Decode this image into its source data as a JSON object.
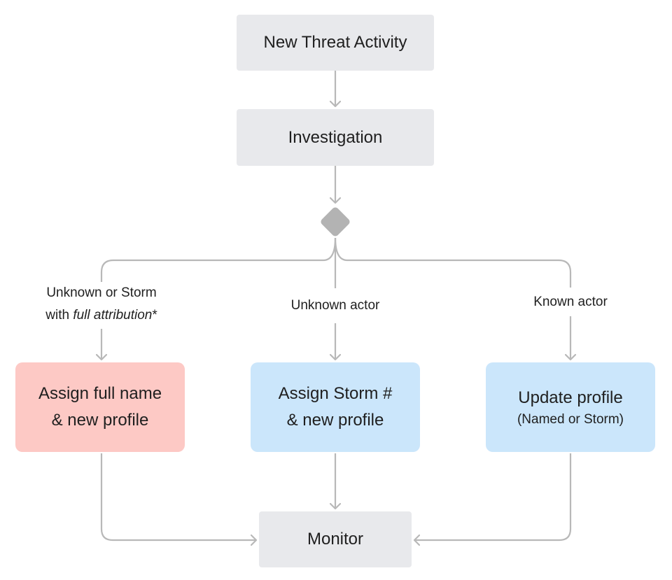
{
  "nodes": {
    "new_threat": {
      "label": "New Threat Activity"
    },
    "investigation": {
      "label": "Investigation"
    },
    "assign_full": {
      "line1": "Assign full name",
      "line2": "& new profile"
    },
    "assign_storm": {
      "line1": "Assign Storm #",
      "line2": "& new profile"
    },
    "update_profile": {
      "line1": "Update profile",
      "line2": "(Named or Storm)"
    },
    "monitor": {
      "label": "Monitor"
    }
  },
  "edge_labels": {
    "left_line1": "Unknown or Storm",
    "left_line2_prefix": "with ",
    "left_line2_emph": "full attribution",
    "left_line2_suffix": "*",
    "middle": "Unknown actor",
    "right": "Known actor"
  },
  "colors": {
    "gray_node": "#e8e9ec",
    "pink_node": "#fdc9c5",
    "blue_node": "#cbe6fb",
    "connector": "#b8b8b8",
    "decision": "#b3b3b3"
  }
}
